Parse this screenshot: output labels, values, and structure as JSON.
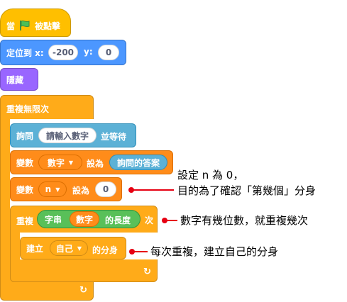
{
  "colors": {
    "events": "#ffbf00",
    "motion": "#4c97ff",
    "looks": "#9966ff",
    "control": "#ffab19",
    "sensing": "#5cb1d6",
    "variables": "#ff8c1a",
    "operators": "#59c059",
    "annotation": "#e60012"
  },
  "hat": {
    "label": "當",
    "flag_icon": "green-flag-icon",
    "suffix": "被點擊"
  },
  "goto": {
    "label": "定位到 x:",
    "x_value": "-200",
    "y_label": "y:",
    "y_value": "0"
  },
  "hide": {
    "label": "隱藏"
  },
  "forever": {
    "label": "重複無限次",
    "loop_icon": "loop-arrow-icon"
  },
  "ask": {
    "label": "詢問",
    "question": "請輸入數字",
    "suffix": "並等待"
  },
  "set1": {
    "label": "變數",
    "variable": "數字",
    "mid": "設為",
    "value": "詢問的答案"
  },
  "set2": {
    "label": "變數",
    "variable": "n",
    "mid": "設為",
    "value": "0"
  },
  "repeat": {
    "label": "重複",
    "length_prefix": "字串",
    "length_var": "數字",
    "length_suffix": "的長度",
    "suffix": "次",
    "loop_icon": "loop-arrow-icon"
  },
  "clone": {
    "label": "建立",
    "target": "自己",
    "suffix": "的分身"
  },
  "notes": {
    "note1_line1": "設定 n 為 0，",
    "note1_line2": "目的為了確認「第幾個」分身",
    "note2": "數字有幾位數，就重複幾次",
    "note3": "每次重複，建立自己的分身"
  }
}
